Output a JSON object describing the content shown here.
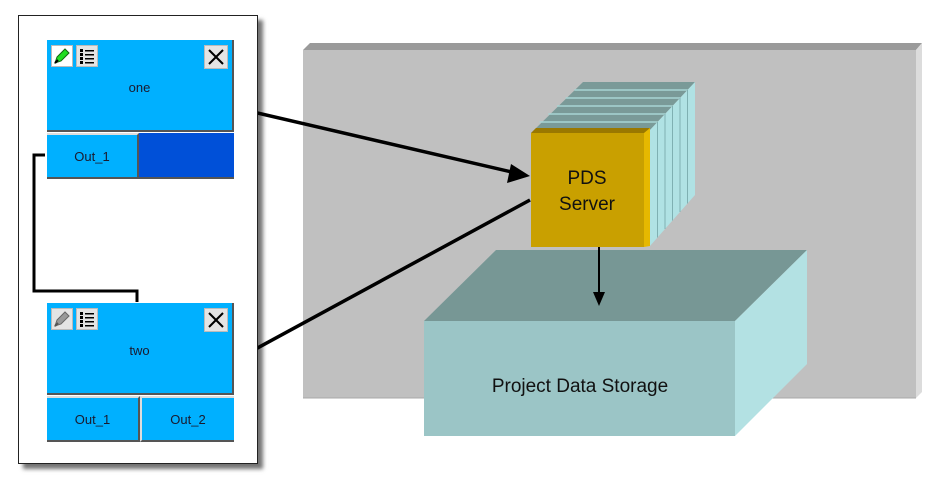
{
  "palette": {
    "blocks": [
      {
        "name": "one",
        "tools": [
          "edit-icon-active",
          "list-icon"
        ],
        "close": "close-icon",
        "outputs": [
          "Out_1"
        ]
      },
      {
        "name": "two",
        "tools": [
          "edit-icon-inactive",
          "list-icon"
        ],
        "close": "close-icon",
        "outputs": [
          "Out_1",
          "Out_2"
        ]
      }
    ]
  },
  "server": {
    "line1": "PDS",
    "line2": "Server"
  },
  "storage": {
    "label": "Project Data Storage"
  },
  "colors": {
    "block_bg": "#00b0ff",
    "block_empty_output": "#0050d8",
    "server_front": "#c9a000",
    "server_top": "#7a9a98",
    "server_side": "#b0e2e4",
    "storage_top": "#779795",
    "storage_front": "#9bc5c6",
    "storage_side": "#b3e1e3",
    "panel": "#c0c0c0"
  }
}
